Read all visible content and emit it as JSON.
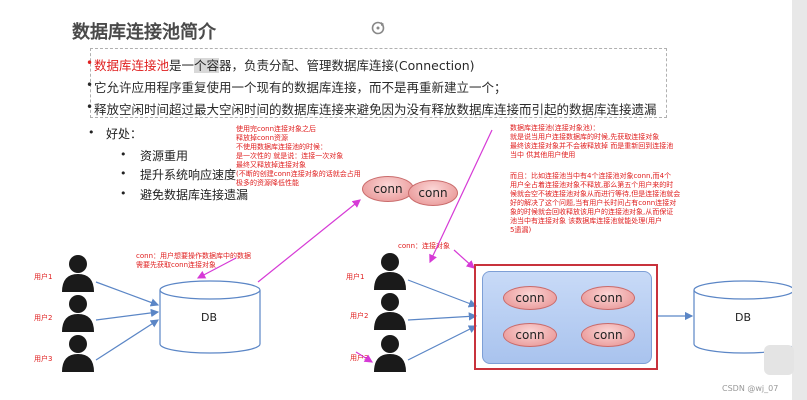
{
  "title": "数据库连接池简介",
  "bullets": [
    {
      "prefix_red": "数据库连接池",
      "mid": "是一",
      "highlight": "个容",
      "rest": "器，负责分配、管理数据库连接(Connection)"
    },
    {
      "text": "它允许应用程序重复使用一个现有的数据库连接，而不是再重新建立一个；"
    },
    {
      "text": "释放空闲时间超过最大空闲时间的数据库连接来避免因为没有释放数据库连接而引起的数据库连接遗漏"
    }
  ],
  "benefits": {
    "heading": "好处：",
    "items": [
      "资源重用",
      "提升系统响应速度",
      "避免数据库连接遗漏"
    ]
  },
  "note_top_middle": [
    "使用完conn连接对象之后",
    "释放掉conn资源",
    "不使用数据库连接池的时候：",
    "是一次性的 就是说：连接一次对象",
    "最终又释放掉连接对象",
    "(不断的创建conn连接对象的话就会占用",
    "极多的资源降低性能"
  ],
  "note_left": [
    "conn：用户想要操作数据库中的数据",
    "需要先获取conn连接对象"
  ],
  "note_right_top": [
    "数据库连接池(连接对象池)：",
    "就是说当用户连接数据库的时候,先获取连接对象",
    "最终该连接对象并不会被释放掉 而是重新回到连接池",
    "当中 供其他用户使用"
  ],
  "note_right_bottom": [
    "而且：比如连接池当中有4个连接池对象conn,而4个",
    "用户全占着连接池对象不释放,那么第五个用户来的时",
    "候就会空不被连接池对象从而进行等待,但是连接池就会",
    "好的解决了这个问题,当有用户长时间占有conn连接对",
    "象的时候就会回收释放该用户的连接池对象,从而保证",
    "池当中有连接对象 该数据库连接池就能处理(用户",
    "5遗漏)"
  ],
  "conn_pool_label": "conn：连接对象",
  "users_left": [
    "用户1",
    "用户2",
    "用户3"
  ],
  "users_right": [
    "用户1",
    "用户2",
    "用户3"
  ],
  "db_label_left": "DB",
  "db_label_right": "DB",
  "floating_conns": [
    "conn",
    "conn"
  ],
  "pool_conns": [
    "conn",
    "conn",
    "conn",
    "conn"
  ],
  "watermark": "CSDN @wj_07",
  "colors": {
    "red": "#e02020",
    "magenta": "#d63ad6",
    "blue_arrow": "#5b86c6",
    "pool_border": "#c8323c"
  }
}
